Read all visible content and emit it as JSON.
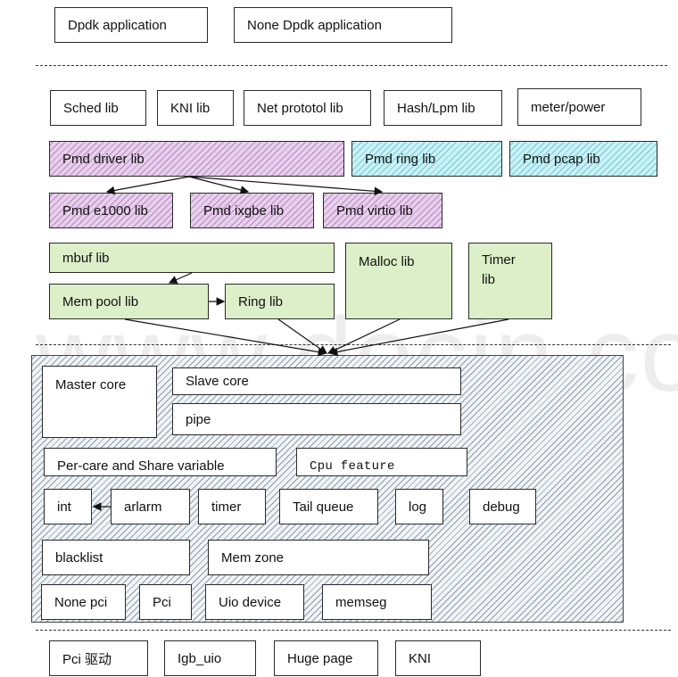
{
  "app_layer": {
    "dpdk_app": "Dpdk application",
    "non_dpdk_app": "None Dpdk application"
  },
  "libs_row": {
    "sched": "Sched lib",
    "kni": "KNI lib",
    "net_protocol": "Net prototol lib",
    "hash_lpm": "Hash/Lpm lib",
    "meter_power": "meter/power"
  },
  "pmd": {
    "driver": "Pmd driver lib",
    "ring": "Pmd ring lib",
    "pcap": "Pmd pcap lib",
    "e1000": "Pmd e1000 lib",
    "ixgbe": "Pmd ixgbe lib",
    "virtio": "Pmd virtio lib"
  },
  "memory": {
    "mbuf": "mbuf lib",
    "malloc": "Malloc lib",
    "timer": "Timer lib",
    "mempool": "Mem pool lib",
    "ring": "Ring lib"
  },
  "eal": {
    "master_core": "Master core",
    "slave_core": "Slave core",
    "pipe": "pipe",
    "percore_share": "Per-care and Share variable",
    "cpu_feature": "Cpu feature",
    "int": "int",
    "arlarm": "arlarm",
    "timer": "timer",
    "tail_queue": "Tail queue",
    "log": "log",
    "debug": "debug",
    "blacklist": "blacklist",
    "mem_zone": "Mem zone",
    "none_pci": "None pci",
    "pci": "Pci",
    "uio_device": "Uio device",
    "memseg": "memseg"
  },
  "kernel": {
    "pci_driver": "Pci 驱动",
    "igb_uio": "Igb_uio",
    "huge_page": "Huge page",
    "kni": "KNI"
  },
  "colors": {
    "purple_hatch": "#e9cfee",
    "cyan_hatch": "#c7f2f7",
    "green": "#dcefc8",
    "gray_hatch": "#8f9ba8"
  }
}
